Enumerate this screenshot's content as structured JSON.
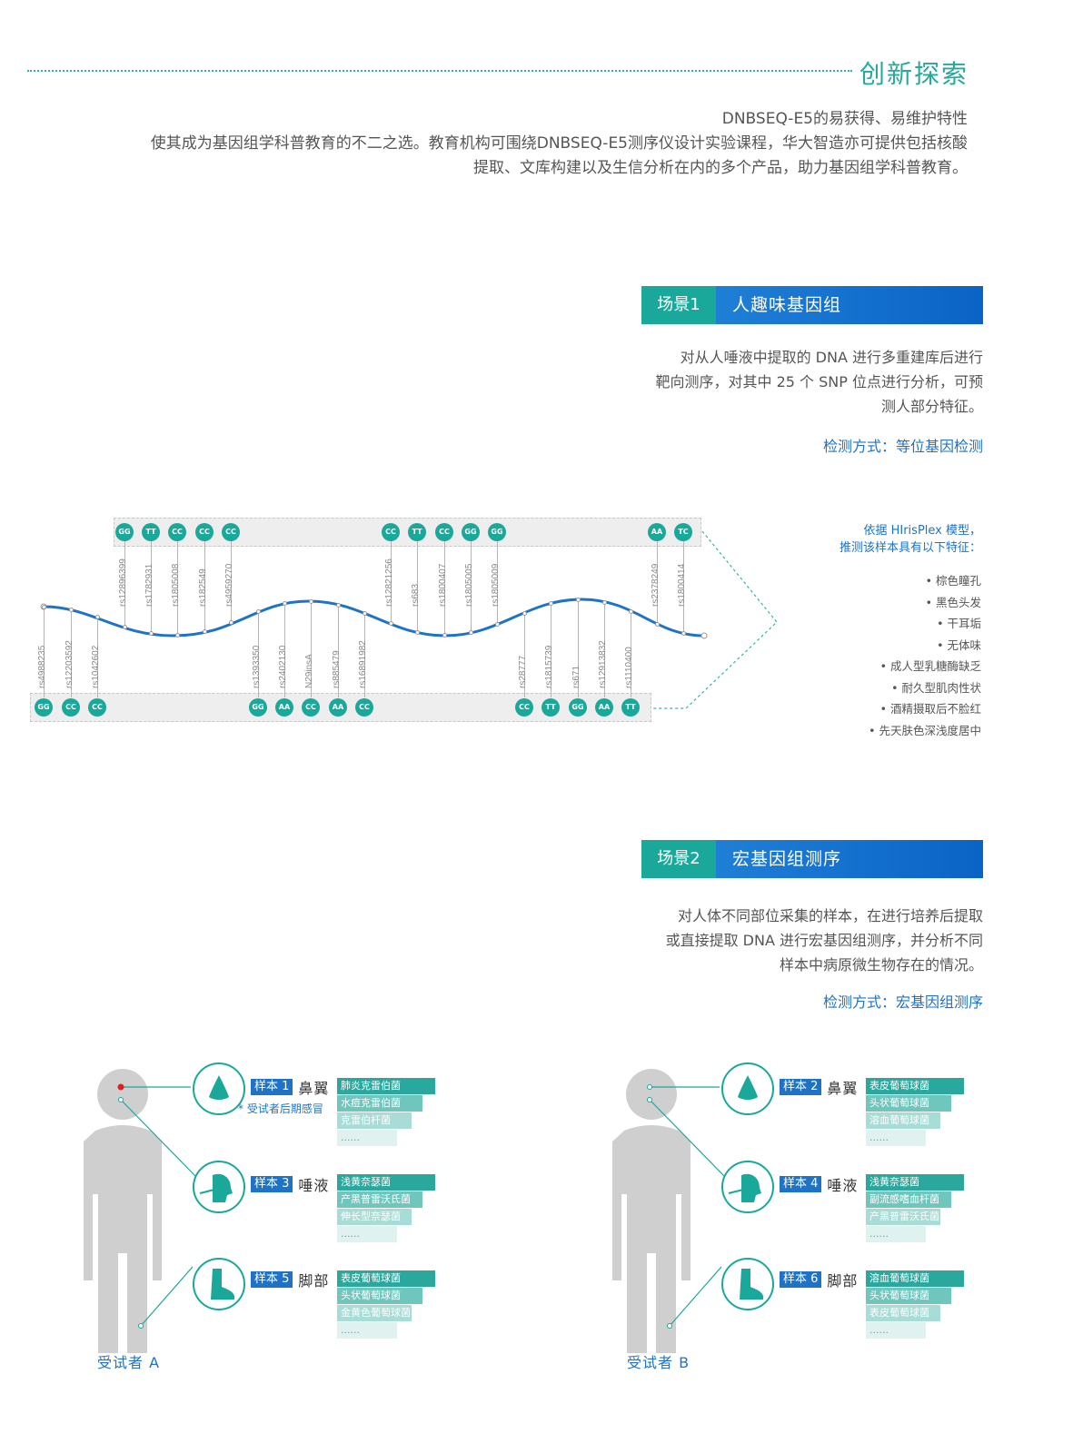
{
  "header": {
    "title": "创新探索",
    "intro": [
      "DNBSEQ-E5的易获得、易维护特性",
      "使其成为基因组学科普教育的不二之选。教育机构可围绕DNBSEQ-E5测序仪设计实验课程，华大智造亦可提供包括核酸",
      "提取、文库构建以及生信分析在内的多个产品，助力基因组学科普教育。"
    ]
  },
  "scene1": {
    "label": "场景1",
    "name": "人趣味基因组",
    "desc": [
      "对从人唾液中提取的 DNA 进行多重建库后进行",
      "靶向测序，对其中 25 个 SNP 位点进行分析，可预",
      "测人部分特征。"
    ],
    "method": "检测方式：等位基因检测",
    "top_snps": [
      {
        "gt": "GG",
        "rs": "rs12896399"
      },
      {
        "gt": "TT",
        "rs": "rs1782931"
      },
      {
        "gt": "CC",
        "rs": "rs1805008"
      },
      {
        "gt": "CC",
        "rs": "rs182549"
      },
      {
        "gt": "CC",
        "rs": "rs4959270"
      },
      {
        "gt": "CC",
        "rs": "rs12821256"
      },
      {
        "gt": "TT",
        "rs": "rs683"
      },
      {
        "gt": "CC",
        "rs": "rs1800407"
      },
      {
        "gt": "GG",
        "rs": "rs1805005"
      },
      {
        "gt": "GG",
        "rs": "rs1805009"
      },
      {
        "gt": "AA",
        "rs": "rs2378249"
      },
      {
        "gt": "TC",
        "rs": "rs1800414"
      }
    ],
    "bottom_snps": [
      {
        "gt": "GG",
        "rs": "rs4988235"
      },
      {
        "gt": "CC",
        "rs": "rs12203592"
      },
      {
        "gt": "CC",
        "rs": "rs1042602"
      },
      {
        "gt": "GG",
        "rs": "rs1393350"
      },
      {
        "gt": "AA",
        "rs": "rs2402130"
      },
      {
        "gt": "CC",
        "rs": "N29insA"
      },
      {
        "gt": "AA",
        "rs": "rs885479"
      },
      {
        "gt": "CC",
        "rs": "rs16891982"
      },
      {
        "gt": "CC",
        "rs": "rs28777"
      },
      {
        "gt": "TT",
        "rs": "rs1815739"
      },
      {
        "gt": "GG",
        "rs": "rs671"
      },
      {
        "gt": "AA",
        "rs": "rs12913832"
      },
      {
        "gt": "TT",
        "rs": "rs1110400"
      }
    ],
    "trait_head": [
      "依据 HIrisPlex 模型，",
      "推测该样本具有以下特征："
    ],
    "traits": [
      "• 棕色瞳孔",
      "• 黑色头发",
      "• 干耳垢",
      "• 无体味",
      "• 成人型乳糖酶缺乏",
      "• 耐久型肌肉性状",
      "• 酒精摄取后不脸红",
      "• 先天肤色深浅度居中"
    ]
  },
  "scene2": {
    "label": "场景2",
    "name": "宏基因组测序",
    "desc": [
      "对人体不同部位采集的样本，在进行培养后提取",
      "或直接提取 DNA 进行宏基因组测序，并分析不同",
      "样本中病原微生物存在的情况。"
    ],
    "method": "检测方式：宏基因组测序",
    "subjectA": {
      "label": "受试者 A",
      "note": "* 受试者后期感冒",
      "samples": [
        {
          "tag": "样本 1",
          "site": "鼻翼",
          "bacteria": [
            "肺炎克雷伯菌",
            "水痘克雷伯菌",
            "克雷伯杆菌",
            "......"
          ]
        },
        {
          "tag": "样本 3",
          "site": "唾液",
          "bacteria": [
            "浅黄奈瑟菌",
            "产黑普雷沃氏菌",
            "伸长型奈瑟菌",
            "......"
          ]
        },
        {
          "tag": "样本 5",
          "site": "脚部",
          "bacteria": [
            "表皮葡萄球菌",
            "头状葡萄球菌",
            "金黄色葡萄球菌",
            "......"
          ]
        }
      ]
    },
    "subjectB": {
      "label": "受试者 B",
      "samples": [
        {
          "tag": "样本 2",
          "site": "鼻翼",
          "bacteria": [
            "表皮葡萄球菌",
            "头状葡萄球菌",
            "溶血葡萄球菌",
            "......"
          ]
        },
        {
          "tag": "样本 4",
          "site": "唾液",
          "bacteria": [
            "浅黄奈瑟菌",
            "副流感嗜血杆菌",
            "产黑普雷沃氏菌",
            "......"
          ]
        },
        {
          "tag": "样本 6",
          "site": "脚部",
          "bacteria": [
            "溶血葡萄球菌",
            "头状葡萄球菌",
            "表皮葡萄球菌",
            "......"
          ]
        }
      ]
    }
  }
}
